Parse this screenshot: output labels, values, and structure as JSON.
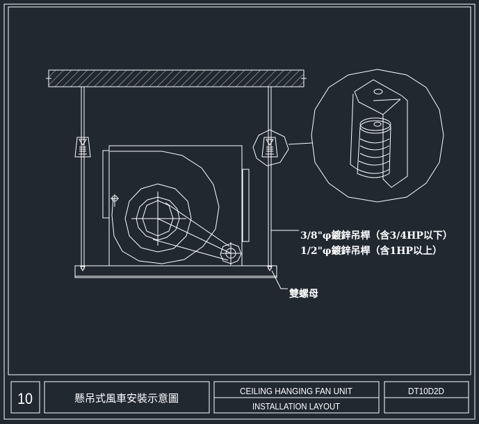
{
  "labels": {
    "rod_spec_1": "3/8\"φ鍍鋅吊桿（含3/4HP以下）",
    "rod_spec_2": "1/2\"φ鍍鋅吊桿（含1HP以上）",
    "double_nut": "雙螺母"
  },
  "title_block": {
    "number": "10",
    "title_zh": "懸吊式風車安裝示意圖",
    "title_en_1": "CEILING HANGING FAN UNIT",
    "title_en_2": "INSTALLATION LAYOUT",
    "code": "DT10D2D"
  },
  "colors": {
    "background": "#212830",
    "line": "#ffffff"
  }
}
